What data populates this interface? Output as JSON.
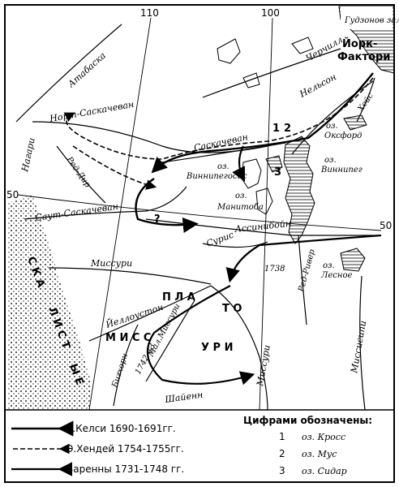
{
  "degrees": {
    "lon_110": "110",
    "lon_100": "100",
    "lat_50_left": "50",
    "lat_50_right": "50"
  },
  "labels": {
    "hudson_bay": "Гудзонов зал.",
    "york_factory_1": "Йорк-",
    "york_factory_2": "Фактори",
    "athabasca": "Атабаска",
    "churchill": "Черчилл",
    "nelson": "Нельсон",
    "hayes": "Хейс",
    "north_saskatchewan": "Норт-Саскачеван",
    "saskatchewan": "Саскачеван",
    "lake_oxford_1": "оз.",
    "lake_oxford_2": "Оксфорд",
    "lake_winnipeg_1": "оз.",
    "lake_winnipeg_2": "Виннипег",
    "lake_winnipegosis_1": "оз.",
    "lake_winnipegosis_2": "Виннипегосис",
    "lake_manitoba_1": "оз.",
    "lake_manitoba_2": "Манитоба",
    "assiniboine": "Ассинибойн",
    "nagari": "Нагари",
    "red_deer": "Ред-Дир",
    "south_saskatchewan": "Саут-Саскачеван",
    "missouri_w": "Миссури",
    "souris": "Сурис",
    "red_river": "Ред-Ривер",
    "lake_woods_1": "оз.",
    "lake_woods_2": "Лесное",
    "plato_1": "П Л А",
    "plato_2": "Т О",
    "missouri_1": "М И С С",
    "missouri_2": "У Р И",
    "yellowstone": "Йеллоустон",
    "little_missouri": "Мал.Миссури",
    "bighorn": "Бигхорн",
    "cheyenne": "Шайенн",
    "missouri_e": "Миссури",
    "mississippi": "Миссисипи",
    "year_1738": "1738",
    "years_1742_43": "1742-43",
    "mountains_1": "С К А",
    "mountains_2": "Л И С Т",
    "mountains_3": "Ы Е"
  },
  "markers": {
    "n1": "1",
    "n2": "2",
    "n3": "3",
    "q": "?"
  },
  "legend": {
    "routes": [
      {
        "label": "Г.Келси 1690-1691гг."
      },
      {
        "label": "Э.Хендей 1754-1755гг."
      },
      {
        "label": "Варенны  1731-1748 гг."
      }
    ],
    "numbers_title": "Цифрами обозначены:",
    "numbers": [
      {
        "num": "1",
        "name": "оз. Кросс"
      },
      {
        "num": "2",
        "name": "оз. Мус"
      },
      {
        "num": "3",
        "name": "оз. Сидар"
      }
    ]
  }
}
